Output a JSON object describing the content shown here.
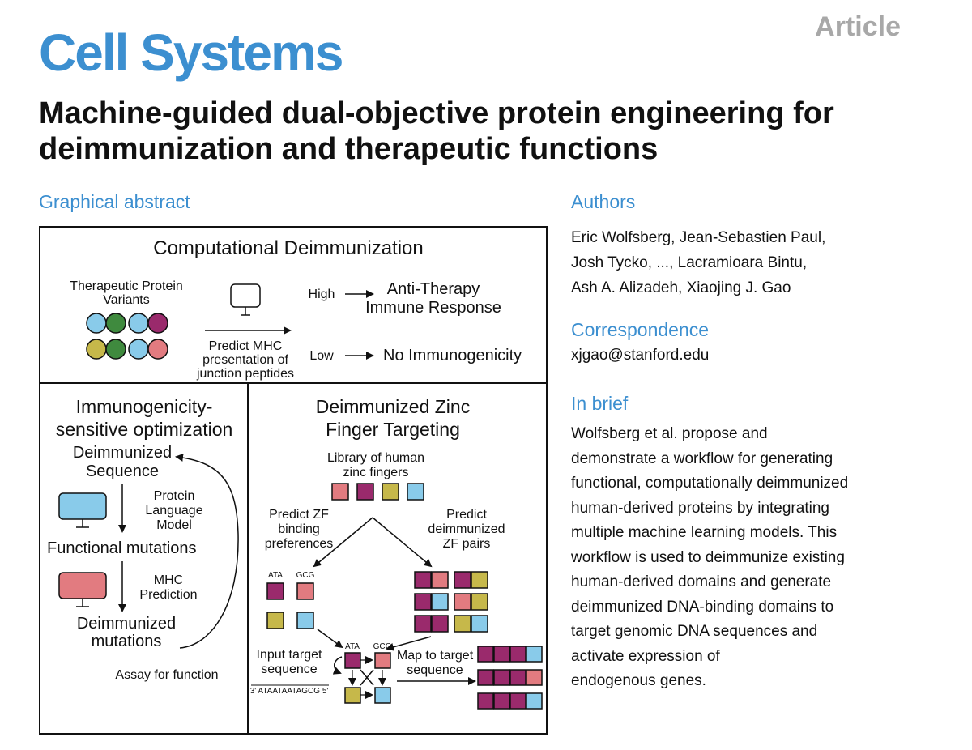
{
  "header": {
    "journal": "Cell Systems",
    "article_type": "Article",
    "title": "Machine-guided dual-objective protein engineering for deimmunization and therapeutic functions"
  },
  "sections": {
    "graphical_abstract": "Graphical abstract",
    "authors": "Authors",
    "correspondence": "Correspondence",
    "in_brief": "In brief"
  },
  "authors": [
    "Eric Wolfsberg, Jean-Sebastien Paul,",
    "Josh Tycko, ..., Lacramioara Bintu,",
    "Ash A. Alizadeh, Xiaojing J. Gao"
  ],
  "correspondence_email": "xjgao@stanford.edu",
  "in_brief": [
    "Wolfsberg et al. propose and",
    "demonstrate a workflow for generating",
    "functional, computationally deimmunized",
    "human-derived proteins by integrating",
    "multiple machine learning models. This",
    "workflow is used to deimmunize existing",
    "human-derived domains and generate",
    "deimmunized DNA-binding domains to",
    "target genomic DNA sequences and",
    "activate expression of",
    "endogenous genes."
  ],
  "colors": {
    "accent_blue": "#3c8fd0",
    "cyan": "#89cbea",
    "green": "#3f8a3e",
    "magenta": "#9a2a6c",
    "olive": "#c6b84a",
    "pink": "#e27b80",
    "gray": "#a8a8a8"
  },
  "graphic": {
    "top": {
      "title": "Computational Deimmunization",
      "variants_label": [
        "Therapeutic Protein",
        "Variants"
      ],
      "predict_label": [
        "Predict MHC",
        "presentation of",
        "junction peptides"
      ],
      "high": "High",
      "low": "Low",
      "high_outcome": [
        "Anti-Therapy",
        "Immune Response"
      ],
      "low_outcome": "No Immunogenicity"
    },
    "left": {
      "title": [
        "Immunogenicity-",
        "sensitive optimization"
      ],
      "deimmunized_sequence": [
        "Deimmunized",
        "Sequence"
      ],
      "plm": [
        "Protein",
        "Language",
        "Model"
      ],
      "functional_mutations": "Functional mutations",
      "mhc": [
        "MHC",
        "Prediction"
      ],
      "deimmunized_mutations": [
        "Deimmunized",
        "mutations"
      ],
      "assay": "Assay for function"
    },
    "right": {
      "title": [
        "Deimmunized Zinc",
        "Finger Targeting"
      ],
      "library": [
        "Library of human",
        "zinc fingers"
      ],
      "predict_zf": [
        "Predict ZF",
        "binding",
        "preferences"
      ],
      "predict_pairs": [
        "Predict",
        "deimmunized",
        "ZF pairs"
      ],
      "codon1": "ATA",
      "codon2": "GCG",
      "input_target": [
        "Input target",
        "sequence"
      ],
      "dna_seq": "3' ATAATAATAGCG 5'",
      "map_to": [
        "Map to target",
        "sequence"
      ]
    }
  }
}
